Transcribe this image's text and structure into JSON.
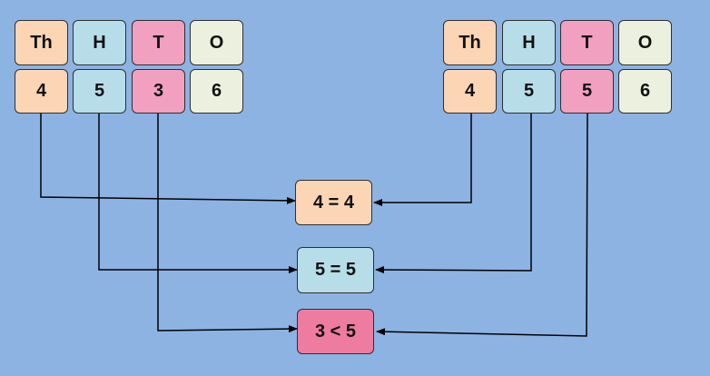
{
  "left_table": {
    "headers": [
      "Th",
      "H",
      "T",
      "O"
    ],
    "digits": [
      "4",
      "5",
      "3",
      "6"
    ]
  },
  "right_table": {
    "headers": [
      "Th",
      "H",
      "T",
      "O"
    ],
    "digits": [
      "4",
      "5",
      "5",
      "6"
    ]
  },
  "comparisons": [
    "4 = 4",
    "5 = 5",
    "3 < 5"
  ],
  "colors": {
    "background": "#8db3e2",
    "thousands": "#fcd5b5",
    "hundreds": "#b7dde8",
    "tens": "#f2a0bf",
    "ones": "#ebf1de",
    "tens_result": "#ee7ca0"
  }
}
